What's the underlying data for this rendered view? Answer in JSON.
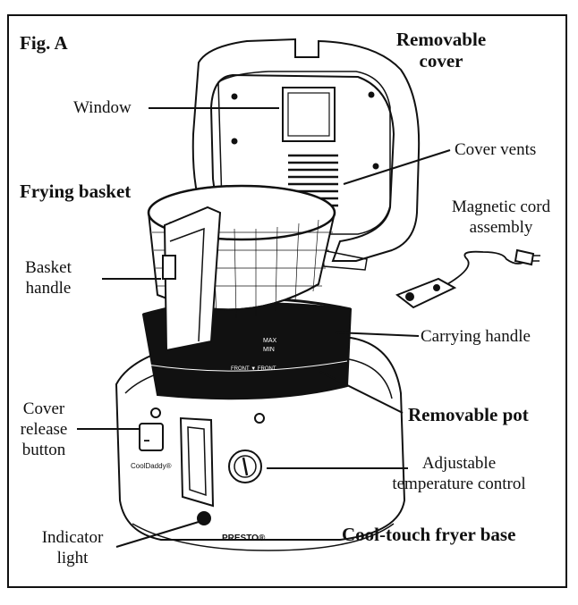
{
  "figure": {
    "title": "Fig. A"
  },
  "brand": {
    "name": "PRESTO®",
    "model": "CoolDaddy®",
    "max_mark": "MAX",
    "min_mark": "MIN",
    "rim_text": "FRONT ▼ FRONT"
  },
  "labels": {
    "removable_cover_1": "Removable",
    "removable_cover_2": "cover",
    "window": "Window",
    "cover_vents": "Cover vents",
    "frying_basket": "Frying basket",
    "magnetic_cord_1": "Magnetic cord",
    "magnetic_cord_2": "assembly",
    "basket_handle_1": "Basket",
    "basket_handle_2": "handle",
    "carrying_handle": "Carrying handle",
    "removable_pot": "Removable pot",
    "cover_release_1": "Cover",
    "cover_release_2": "release",
    "cover_release_3": "button",
    "adjustable_temp_1": "Adjustable",
    "adjustable_temp_2": "temperature control",
    "indicator_light_1": "Indicator",
    "indicator_light_2": "light",
    "cool_touch_base": "Cool-touch fryer base"
  }
}
